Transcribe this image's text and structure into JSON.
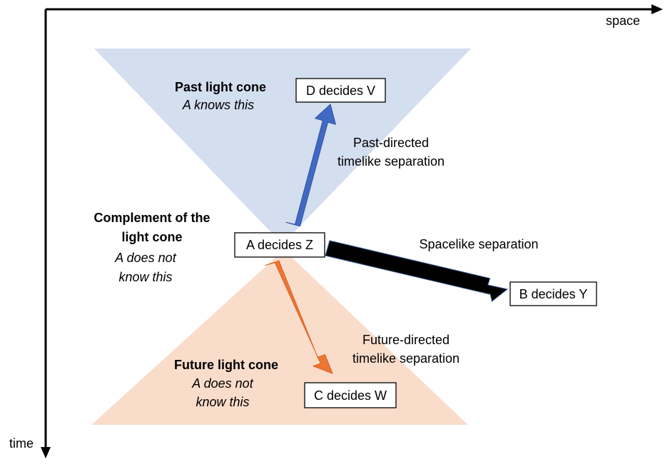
{
  "axes": {
    "x_label": "space",
    "y_label": "time"
  },
  "past_cone": {
    "title": "Past light cone",
    "subtitle": "A knows this",
    "color": "#d3deef"
  },
  "future_cone": {
    "title": "Future light cone",
    "subtitle_line1": "A does not",
    "subtitle_line2": "know this",
    "color": "#fadccb"
  },
  "complement": {
    "title_line1": "Complement of the",
    "title_line2": "light cone",
    "subtitle_line1": "A does not",
    "subtitle_line2": "know this"
  },
  "events": {
    "a": "A decides Z",
    "b": "B decides Y",
    "c": "C decides W",
    "d": "D decides V"
  },
  "separations": {
    "past": {
      "line1": "Past-directed",
      "line2": "timelike separation",
      "color": "#4169c4"
    },
    "spacelike": {
      "line1": "Spacelike separation",
      "color": "#000000"
    },
    "future": {
      "line1": "Future-directed",
      "line2": "timelike separation",
      "color": "#ee7533"
    }
  }
}
